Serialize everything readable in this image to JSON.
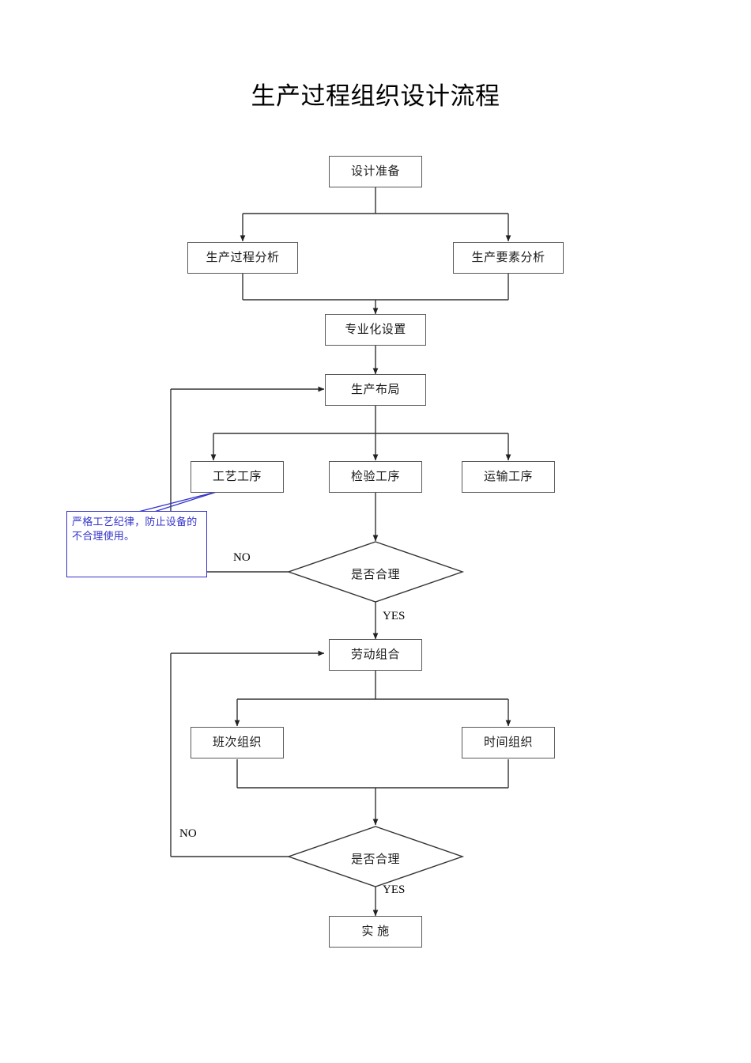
{
  "document": {
    "title": "生产过程组织设计流程",
    "type": "flowchart",
    "background_color": "#ffffff",
    "line_color": "#333333",
    "box_border_color": "#5a5a5a",
    "callout_color": "#3333cc"
  },
  "nodes": {
    "prepare": {
      "label": "设计准备",
      "shape": "rect"
    },
    "process_analysis": {
      "label": "生产过程分析",
      "shape": "rect"
    },
    "factor_analysis": {
      "label": "生产要素分析",
      "shape": "rect"
    },
    "specialization": {
      "label": "专业化设置",
      "shape": "rect"
    },
    "production_layout": {
      "label": "生产布局",
      "shape": "rect"
    },
    "craft_process": {
      "label": "工艺工序",
      "shape": "rect"
    },
    "inspect_process": {
      "label": "检验工序",
      "shape": "rect"
    },
    "transport_process": {
      "label": "运输工序",
      "shape": "rect"
    },
    "decision_one": {
      "label": "是否合理",
      "shape": "diamond"
    },
    "labor_combination": {
      "label": "劳动组合",
      "shape": "rect"
    },
    "shift_org": {
      "label": "班次组织",
      "shape": "rect"
    },
    "time_org": {
      "label": "时间组织",
      "shape": "rect"
    },
    "decision_two": {
      "label": "是否合理",
      "shape": "diamond"
    },
    "implement": {
      "label": "实  施",
      "shape": "rect"
    }
  },
  "edge_labels": {
    "decision_one_no": "NO",
    "decision_one_yes": "YES",
    "decision_two_no": "NO",
    "decision_two_yes": "YES"
  },
  "callout": {
    "text": "严格工艺纪律，防止设备的不合理使用。",
    "attached_to": "工艺工序"
  }
}
